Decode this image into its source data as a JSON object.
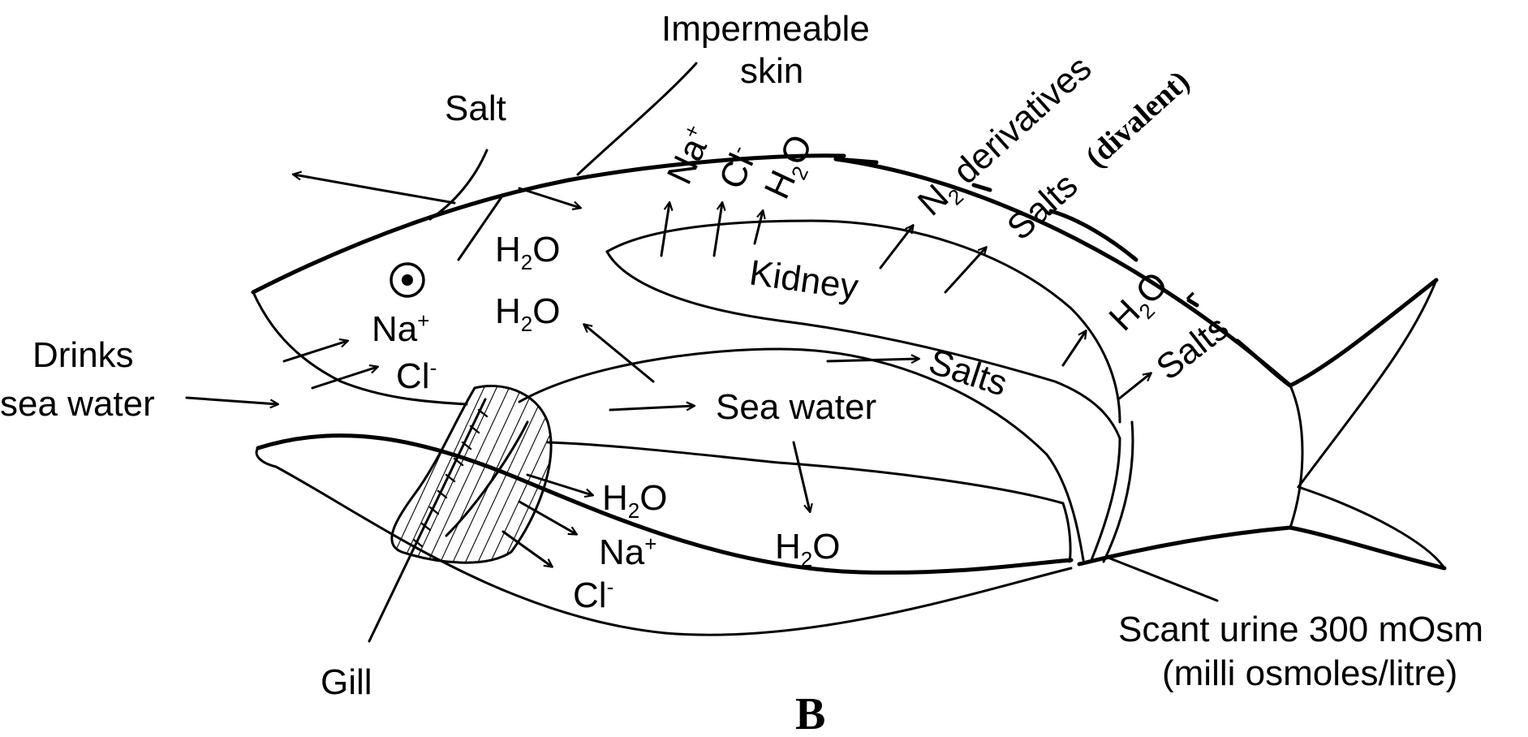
{
  "labels": {
    "impermeable_1": "Impermeable",
    "impermeable_2": "skin",
    "salt": "Salt",
    "drinks_1": "Drinks",
    "drinks_2": "sea water",
    "na": "Na",
    "na_sup": "+",
    "cl": "Cl",
    "cl_sup": "-",
    "h2o_h": "H",
    "h2o_2": "2",
    "h2o_o": "O",
    "kidney": "Kidney",
    "sea_water": "Sea water",
    "salts": "Salts",
    "n2_n": "N",
    "n2_2": "2",
    "derivatives": "derivatives",
    "salts_divalent_1": "Salts",
    "salts_divalent_2": "(divalent)",
    "dash": "-",
    "gill": "Gill",
    "urine_1": "Scant urine 300 mOsm",
    "urine_2": "(milli osmoles/litre)",
    "panel": "B"
  }
}
